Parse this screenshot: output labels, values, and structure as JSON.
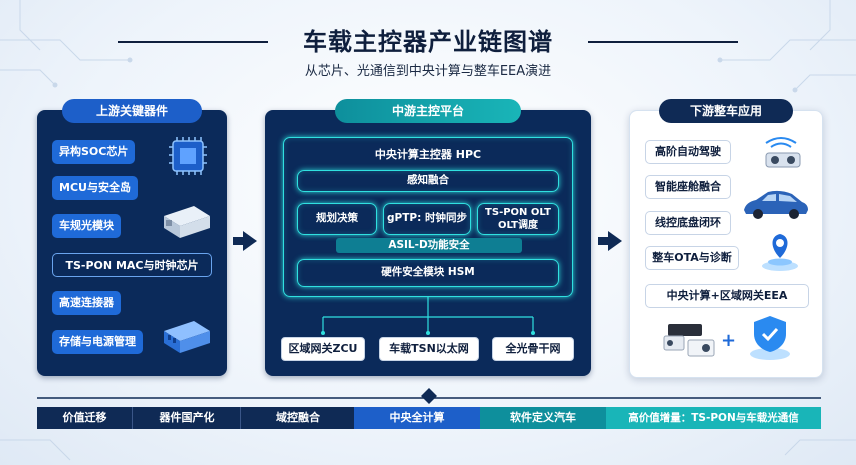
{
  "header": {
    "title": "车载主控器产业链图谱",
    "subtitle": "从芯片、光通信到中央计算与整车EEA演进"
  },
  "upstream": {
    "label": "上游关键器件",
    "items": [
      "异构SOC芯片",
      "MCU与安全岛",
      "车规光模块",
      "TS-PON MAC与时钟芯片",
      "高速连接器",
      "存储与电源管理"
    ]
  },
  "midstream": {
    "label": "中游主控平台",
    "hpc": "中央计算主控器 HPC",
    "fusion": "感知融合",
    "planning": "规划决策",
    "gptp": "gPTP: 时钟同步",
    "tspon": "TS-PON OLT OLT调度",
    "asil": "ASIL-D功能安全",
    "hsm": "硬件安全模块 HSM",
    "outputs": [
      "区域网关ZCU",
      "车载TSN以太网",
      "全光骨干网"
    ]
  },
  "downstream": {
    "label": "下游整车应用",
    "items": [
      "高阶自动驾驶",
      "智能座舱融合",
      "线控底盘闭环",
      "整车OTA与诊断",
      "中央计算+区域网关EEA"
    ],
    "plus": "+"
  },
  "timeline": [
    "价值迁移",
    "器件国产化",
    "域控融合",
    "中央全计算",
    "软件定义汽车",
    "高价值增量：TS-PON与车载光通信"
  ],
  "colors": {
    "dark_navy": "#0b2a5a",
    "accent_blue": "#1f6ad8",
    "teal_glow": "#30e0e0",
    "teal_bar": "#19b5b8"
  }
}
